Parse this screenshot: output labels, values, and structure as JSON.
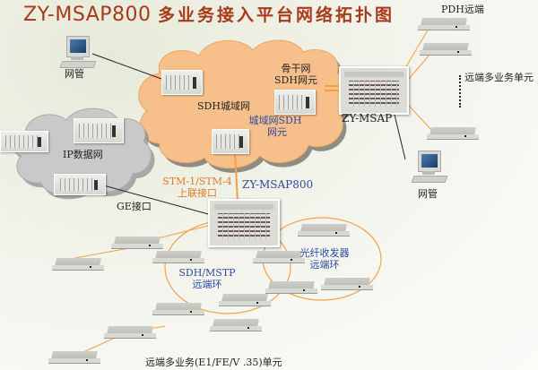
{
  "title": {
    "model": "ZY-MSAP800",
    "text": "多业务接入平台网络拓扑图"
  },
  "clouds": {
    "sdh_metro": {
      "label": "SDH城域网",
      "color": "#f6c08a"
    },
    "ip_data": {
      "label": "IP数据网",
      "color": "#c8c8c8"
    }
  },
  "labels": {
    "nms_left": "网管",
    "nms_right": "网管",
    "pdh_remote": "PDH远端",
    "remote_unit_right": "远端多业务单元",
    "backbone_sdh_1": "骨干网",
    "backbone_sdh_2": "SDH网元",
    "metro_sdh_1": "城域网SDH",
    "metro_sdh_2": "网元",
    "zy_msap": "ZY-MSAP",
    "zy_msap800": "ZY-MSAP800",
    "stm_1": "STM-1/STM-4",
    "stm_2": "上联接口",
    "ge_port": "GE接口",
    "sdh_ring_1": "SDH/MSTP",
    "sdh_ring_2": "远端环",
    "fiber_ring_1": "光纤收发器",
    "fiber_ring_2": "远端环",
    "bottom_caption": "远端多业务(E1/FE/V .35)单元"
  },
  "colors": {
    "title": "#a8391b",
    "link_orange": "#f5a040",
    "link_black": "#222222",
    "label_blue": "#2c4aa0",
    "label_orange": "#e07a2a"
  }
}
